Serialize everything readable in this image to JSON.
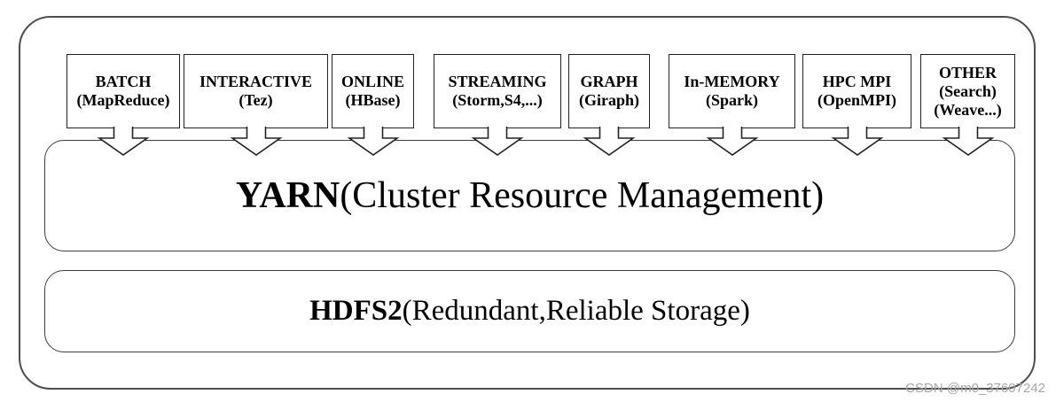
{
  "diagram": {
    "applications": [
      {
        "lines": [
          "BATCH",
          "(MapReduce)"
        ]
      },
      {
        "lines": [
          "INTERACTIVE",
          "(Tez)"
        ]
      },
      {
        "lines": [
          "ONLINE",
          "(HBase)"
        ]
      },
      {
        "lines": [
          "STREAMING",
          "(Storm,S4,...)"
        ]
      },
      {
        "lines": [
          "GRAPH",
          "(Giraph)"
        ]
      },
      {
        "lines": [
          "In-MEMORY",
          "(Spark)"
        ]
      },
      {
        "lines": [
          "HPC MPI",
          "(OpenMPI)"
        ]
      },
      {
        "lines": [
          "OTHER",
          "(Search)",
          "(Weave...)"
        ]
      }
    ],
    "yarn_layer": {
      "name": "YARN",
      "description": "(Cluster Resource Management)"
    },
    "storage_layer": {
      "name": "HDFS2",
      "description": "(Redundant,Reliable Storage)"
    }
  },
  "watermark": "CSDN @m0_37607242",
  "colors": {
    "app_box_border": "#222222",
    "layer_box_border": "#3d3d3d",
    "frame_border": "#4d4d4d",
    "text": "#000000",
    "background": "#ffffff",
    "watermark_text": "#a6a6a6"
  }
}
